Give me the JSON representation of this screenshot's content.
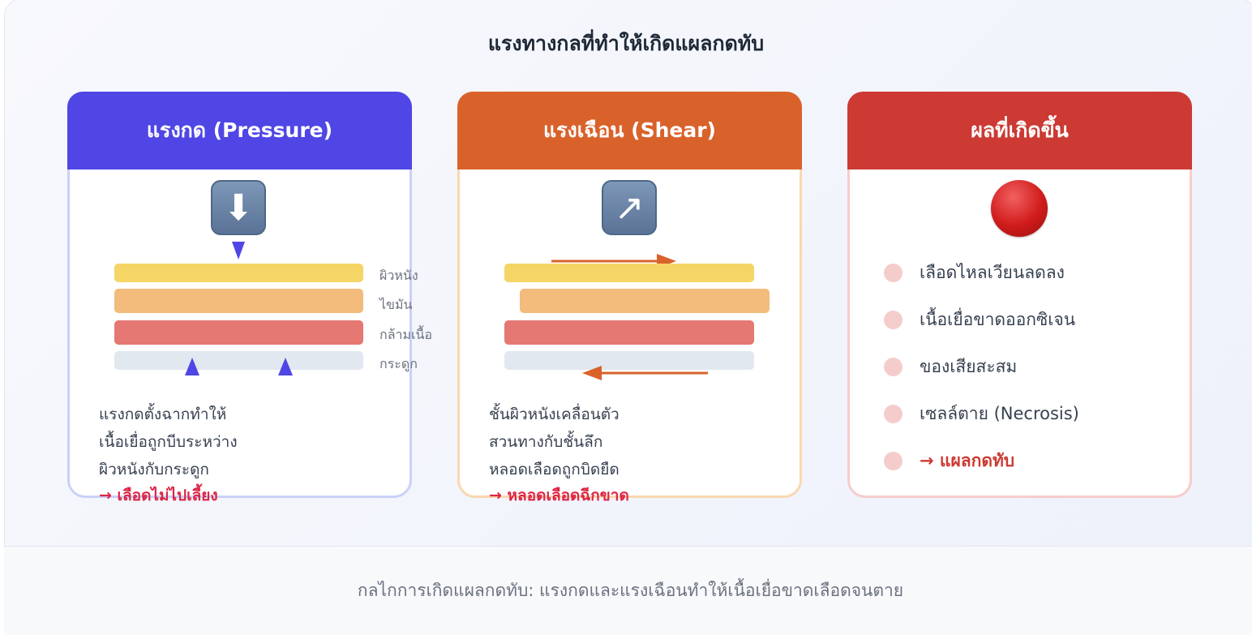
{
  "title": "แรงทางกลที่ทำให้เกิดแผลกดทับ",
  "cards": [
    {
      "header": "แรงกด (Pressure)",
      "icon": "down-arrow-emoji",
      "layers": [
        "ผิวหนัง",
        "ไขมัน",
        "กล้ามเนื้อ",
        "กระดูก"
      ],
      "lines": [
        "แรงกดตั้งฉากทำให้",
        "เนื้อเยื่อถูกบีบระหว่าง",
        "ผิวหนังกับกระดูก"
      ],
      "result": "→ เลือดไม่ไปเลี้ยง",
      "color": "#4f46e5"
    },
    {
      "header": "แรงเฉือน (Shear)",
      "icon": "up-right-arrow-emoji",
      "lines": [
        "ชั้นผิวหนังเคลื่อนตัว",
        "สวนทางกับชั้นลึก",
        "หลอดเลือดถูกบิดยืด"
      ],
      "result": "→ หลอดเลือดฉีกขาด",
      "color": "#d9622b"
    },
    {
      "header": "ผลที่เกิดขึ้น",
      "icon": "red-circle-emoji",
      "items": [
        "เลือดไหลเวียนลดลง",
        "เนื้อเยื่อขาดออกซิเจน",
        "ของเสียสะสม",
        "เซลล์ตาย (Necrosis)",
        "→ แผลกดทับ"
      ],
      "color": "#cc3a33"
    }
  ],
  "footer": "กลไกการเกิดแผลกดทับ: แรงกดและแรงเฉือนทำให้เนื้อเยื่อขาดเลือดจนตาย"
}
